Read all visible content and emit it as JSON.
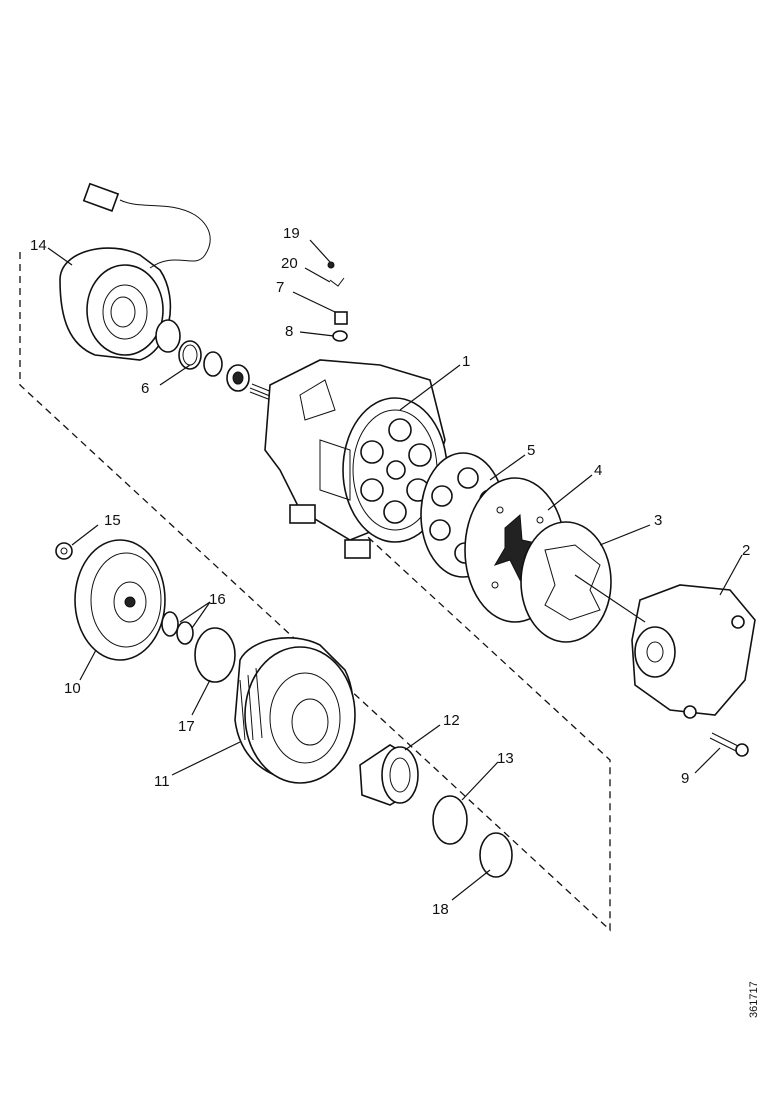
{
  "diagram_id": "361717",
  "callouts": [
    {
      "id": "c14",
      "text": "14"
    },
    {
      "id": "c19",
      "text": "19"
    },
    {
      "id": "c20",
      "text": "20"
    },
    {
      "id": "c7",
      "text": "7"
    },
    {
      "id": "c8",
      "text": "8"
    },
    {
      "id": "c1",
      "text": "1"
    },
    {
      "id": "c6",
      "text": "6"
    },
    {
      "id": "c5",
      "text": "5"
    },
    {
      "id": "c4",
      "text": "4"
    },
    {
      "id": "c3",
      "text": "3"
    },
    {
      "id": "c2",
      "text": "2"
    },
    {
      "id": "c15",
      "text": "15"
    },
    {
      "id": "c16",
      "text": "16"
    },
    {
      "id": "c10",
      "text": "10"
    },
    {
      "id": "c17",
      "text": "17"
    },
    {
      "id": "c12",
      "text": "12"
    },
    {
      "id": "c13",
      "text": "13"
    },
    {
      "id": "c11",
      "text": "11"
    },
    {
      "id": "c9",
      "text": "9"
    },
    {
      "id": "c18",
      "text": "18"
    }
  ]
}
